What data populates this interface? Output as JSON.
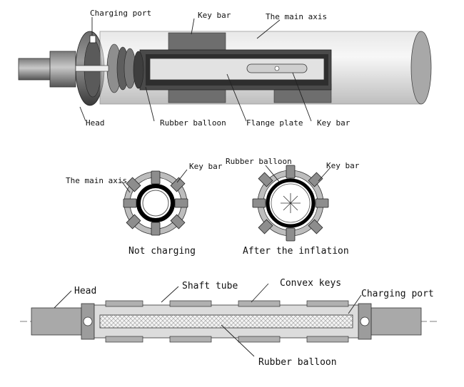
{
  "labels": {
    "charging_port_top": "Charging port",
    "key_bar_top": "Key bar",
    "main_axis_top": "The main axis",
    "head_top": "Head",
    "rubber_balloon_top": "Rubber balloon",
    "flange_plate": "Flange plate",
    "key_bar_right": "Key bar",
    "main_axis_mid": "The main axis",
    "key_bar_mid_left": "Key bar",
    "rubber_balloon_mid": "Rubber balloon",
    "key_bar_mid_right": "Key bar",
    "caption_not_charging": "Not charging",
    "caption_after_inflation": "After the inflation",
    "head_bottom": "Head",
    "shaft_tube": "Shaft tube",
    "convex_keys": "Convex keys",
    "charging_port_bottom": "Charging port",
    "rubber_balloon_bottom": "Rubber balloon"
  }
}
